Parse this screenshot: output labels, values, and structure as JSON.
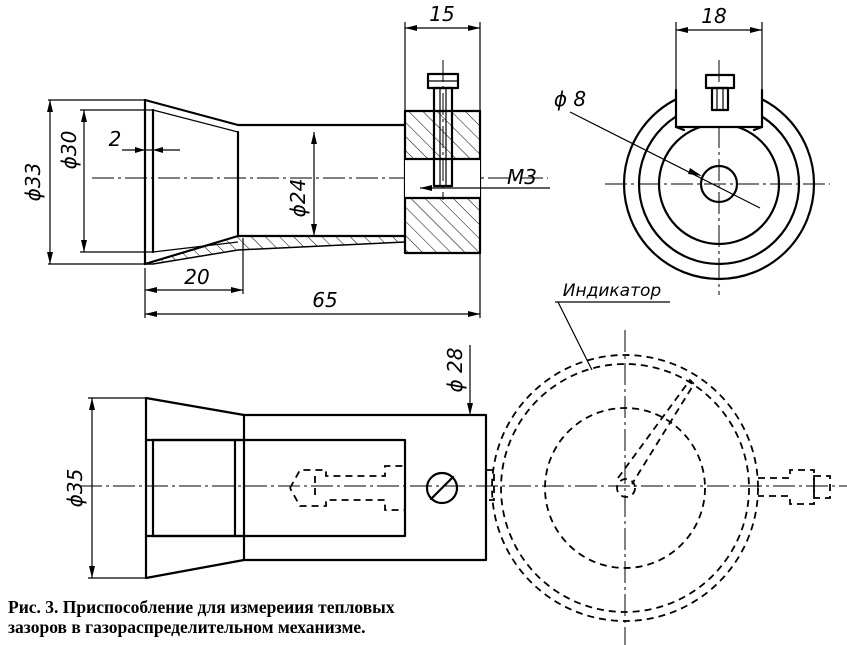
{
  "dimensions": {
    "d33": "ϕ33",
    "d30": "ϕ30",
    "d2": "2",
    "d24": "ϕ24",
    "d20": "20",
    "d65": "65",
    "d15": "15",
    "m3": "M3",
    "d18": "18",
    "d8": "ϕ 8",
    "d28": "ϕ 28",
    "d35": "ϕ35"
  },
  "labels": {
    "indicator": "Индикатор"
  },
  "caption": {
    "line1": "Рис. 3. Приспособление для измереиия тепловых",
    "line2": "зазоров в газораспределительном механизме."
  }
}
